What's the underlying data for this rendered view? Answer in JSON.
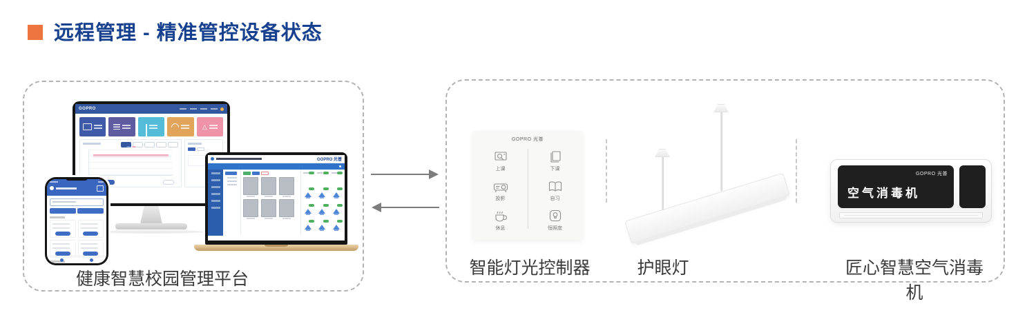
{
  "header": {
    "title": "远程管理 - 精准管控设备状态",
    "title_color": "#17418f",
    "bullet_color": "#ee7440"
  },
  "arrows": {
    "color": "#7d7d7d",
    "direction": "bidirectional"
  },
  "left_panel": {
    "caption": "健康智慧校园管理平台",
    "monitor": {
      "brand": "GOPRO",
      "header_color": "#33589f",
      "cards": [
        {
          "icon": "screen-icon",
          "color": "#3f5aa8"
        },
        {
          "icon": "list-icon",
          "color": "#5f5ba0"
        },
        {
          "icon": "bar-chart-icon",
          "color": "#54bcd8"
        },
        {
          "icon": "wifi-icon",
          "color": "#e0a55a"
        },
        {
          "icon": "alert-triangle-icon",
          "color": "#ee93a8"
        }
      ]
    },
    "laptop": {
      "brand": "GOPRO 光普",
      "header_color": "#2f74c8",
      "sidebar_color": "#2b5fae"
    },
    "phone": {
      "header_color": "#3a66bf"
    }
  },
  "right_panel": {
    "light_controller": {
      "caption": "智能灯光控制器",
      "brand": "GOPRO 光普",
      "buttons": [
        {
          "label": "上课",
          "icon": "class-start-icon"
        },
        {
          "label": "下课",
          "icon": "class-end-icon"
        },
        {
          "label": "投影",
          "icon": "projector-icon"
        },
        {
          "label": "自习",
          "icon": "self-study-icon"
        },
        {
          "label": "休息",
          "icon": "rest-icon"
        },
        {
          "label": "恒照度",
          "icon": "constant-illuminance-icon"
        }
      ]
    },
    "eye_lamp": {
      "caption": "护眼灯"
    },
    "air_disinfector": {
      "caption": "匠心智慧空气消毒机",
      "brand": "GOPRO 光普",
      "panel_text": "空气消毒机"
    }
  }
}
